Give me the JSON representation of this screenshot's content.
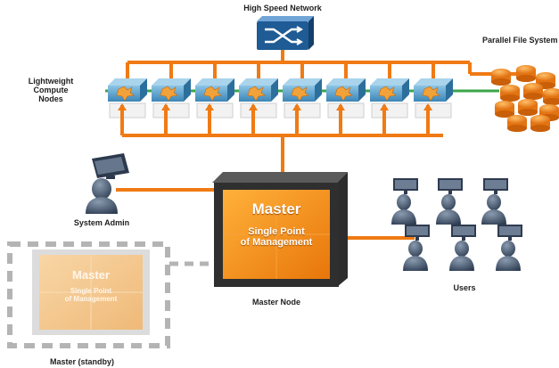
{
  "labels": {
    "high_speed_network": "High Speed Network",
    "parallel_file_system": "Parallel File System",
    "compute_nodes_line1": "Lightweight",
    "compute_nodes_line2": "Compute",
    "compute_nodes_line3": "Nodes",
    "system_admin": "System Admin",
    "master_node": "Master Node",
    "users": "Users",
    "master_standby": "Master (standby)"
  },
  "master": {
    "title": "Master",
    "subtitle_line1": "Single Point",
    "subtitle_line2": "of Management"
  },
  "standby": {
    "title": "Master",
    "subtitle_line1": "Single Point",
    "subtitle_line2": "of Management"
  },
  "colors": {
    "link_orange": "#f07a14",
    "link_green": "#3aa64a",
    "node_blue": "#5aa6cf",
    "master_orange": "#ef8a12",
    "switch_blue": "#2a6aa8",
    "standby_dash": "#9a9a9a",
    "storage_orange": "#ef7f1a"
  },
  "icons": {
    "network_switch": "network-switch-icon",
    "compute_node": "compute-node-icon",
    "storage_disk": "storage-disk-icon",
    "admin_workstation": "admin-workstation-icon",
    "user_workstation": "user-workstation-icon"
  }
}
